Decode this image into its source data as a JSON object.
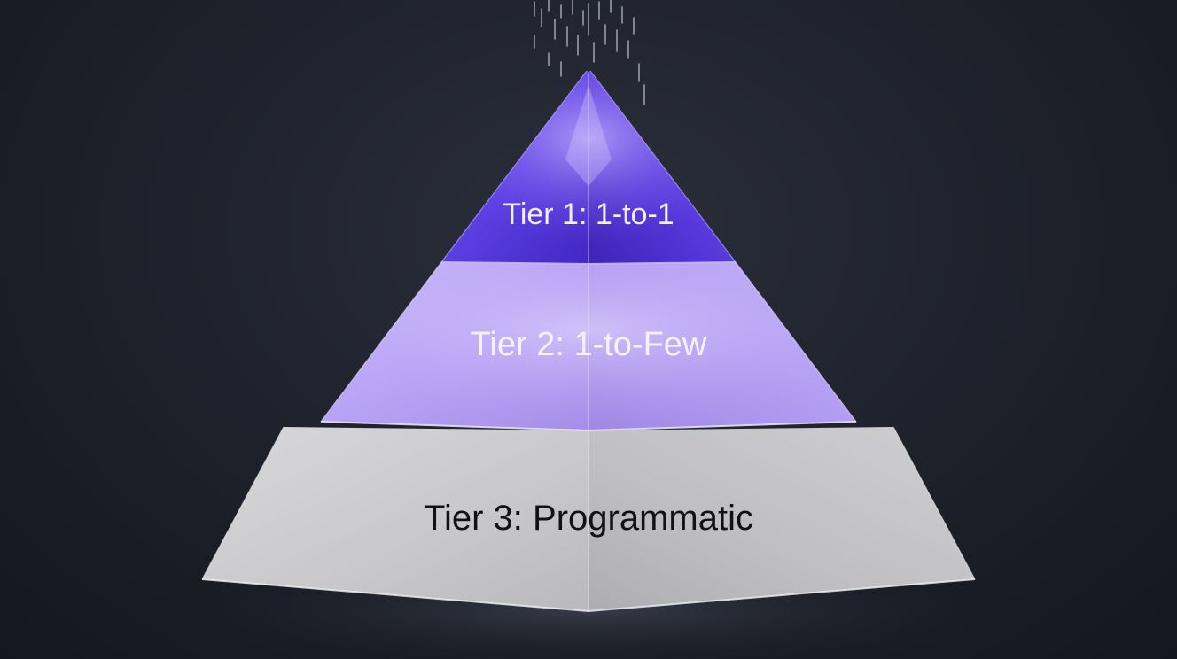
{
  "pyramid": {
    "tiers": [
      {
        "label": "Tier 1: 1-to-1",
        "color": "#5a3ee0"
      },
      {
        "label": "Tier 2: 1-to-Few",
        "color": "#b6a0f3"
      },
      {
        "label": "Tier 3: Programmatic",
        "color": "#c9c9cc"
      }
    ],
    "label_colors": {
      "tier1": "#f1eefc",
      "tier2": "#f6f2ff",
      "tier3": "#121212"
    },
    "background_color": "#1d2029"
  }
}
